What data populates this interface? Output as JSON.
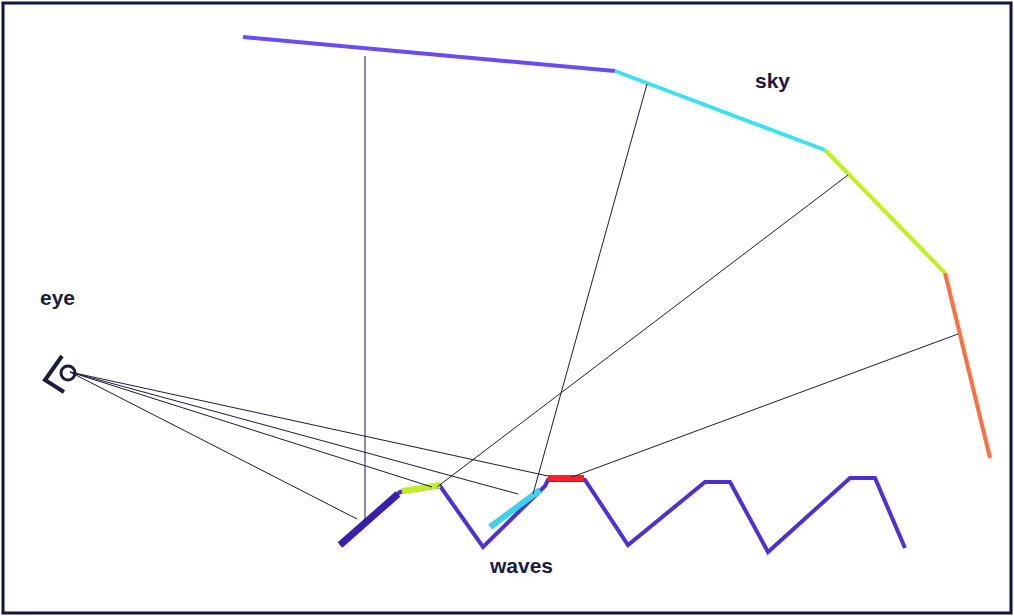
{
  "diagram": {
    "labels": [
      "eye",
      "sky",
      "waves"
    ]
  }
}
